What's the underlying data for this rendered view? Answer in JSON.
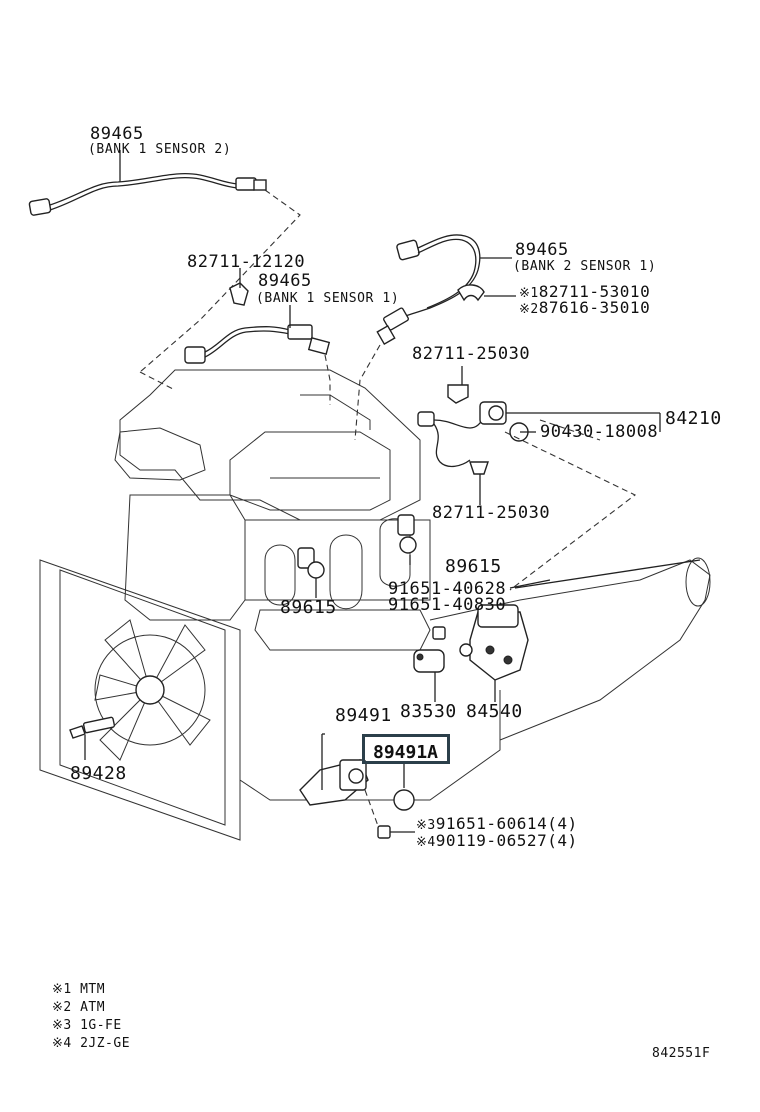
{
  "diagram": {
    "sensor_bank1_s2": {
      "part": "89465",
      "desc": "(BANK 1 SENSOR 2)"
    },
    "clamp_top": {
      "part": "82711-12120"
    },
    "sensor_bank1_s1": {
      "part": "89465",
      "desc": "(BANK 1 SENSOR 1)"
    },
    "sensor_bank2_s1": {
      "part": "89465",
      "desc": "(BANK 2 SENSOR 1)"
    },
    "note_part_1": {
      "mark": "※1",
      "part": "82711-53010"
    },
    "note_part_2": {
      "mark": "※2",
      "part": "87616-35010"
    },
    "clamp_upper_right": {
      "part": "82711-25030"
    },
    "knock_sensor": {
      "part": "84210"
    },
    "gasket": {
      "part": "90430-18008"
    },
    "clamp_lower_right": {
      "part": "82711-25030"
    },
    "sensor_right": {
      "part": "89615"
    },
    "sensor_left": {
      "part": "89615"
    },
    "bolt_1": {
      "part": "91651-40628"
    },
    "bolt_2": {
      "part": "91651-40830"
    },
    "switch_83530": {
      "part": "83530"
    },
    "switch_84540": {
      "part": "84540"
    },
    "crank_sensor": {
      "part": "89491"
    },
    "crank_sensor_highlight": {
      "part": "89491A"
    },
    "fan_sensor": {
      "part": "89428"
    },
    "bolt_3": {
      "mark": "※3",
      "part": "91651-60614",
      "qty": "(4)"
    },
    "bolt_4": {
      "mark": "※4",
      "part": "90119-06527",
      "qty": "(4)"
    },
    "legend": [
      {
        "mark": "※1",
        "text": "MTM"
      },
      {
        "mark": "※2",
        "text": "ATM"
      },
      {
        "mark": "※3",
        "text": "1G-FE"
      },
      {
        "mark": "※4",
        "text": "2JZ-GE"
      }
    ],
    "figure_id": "842551F"
  }
}
